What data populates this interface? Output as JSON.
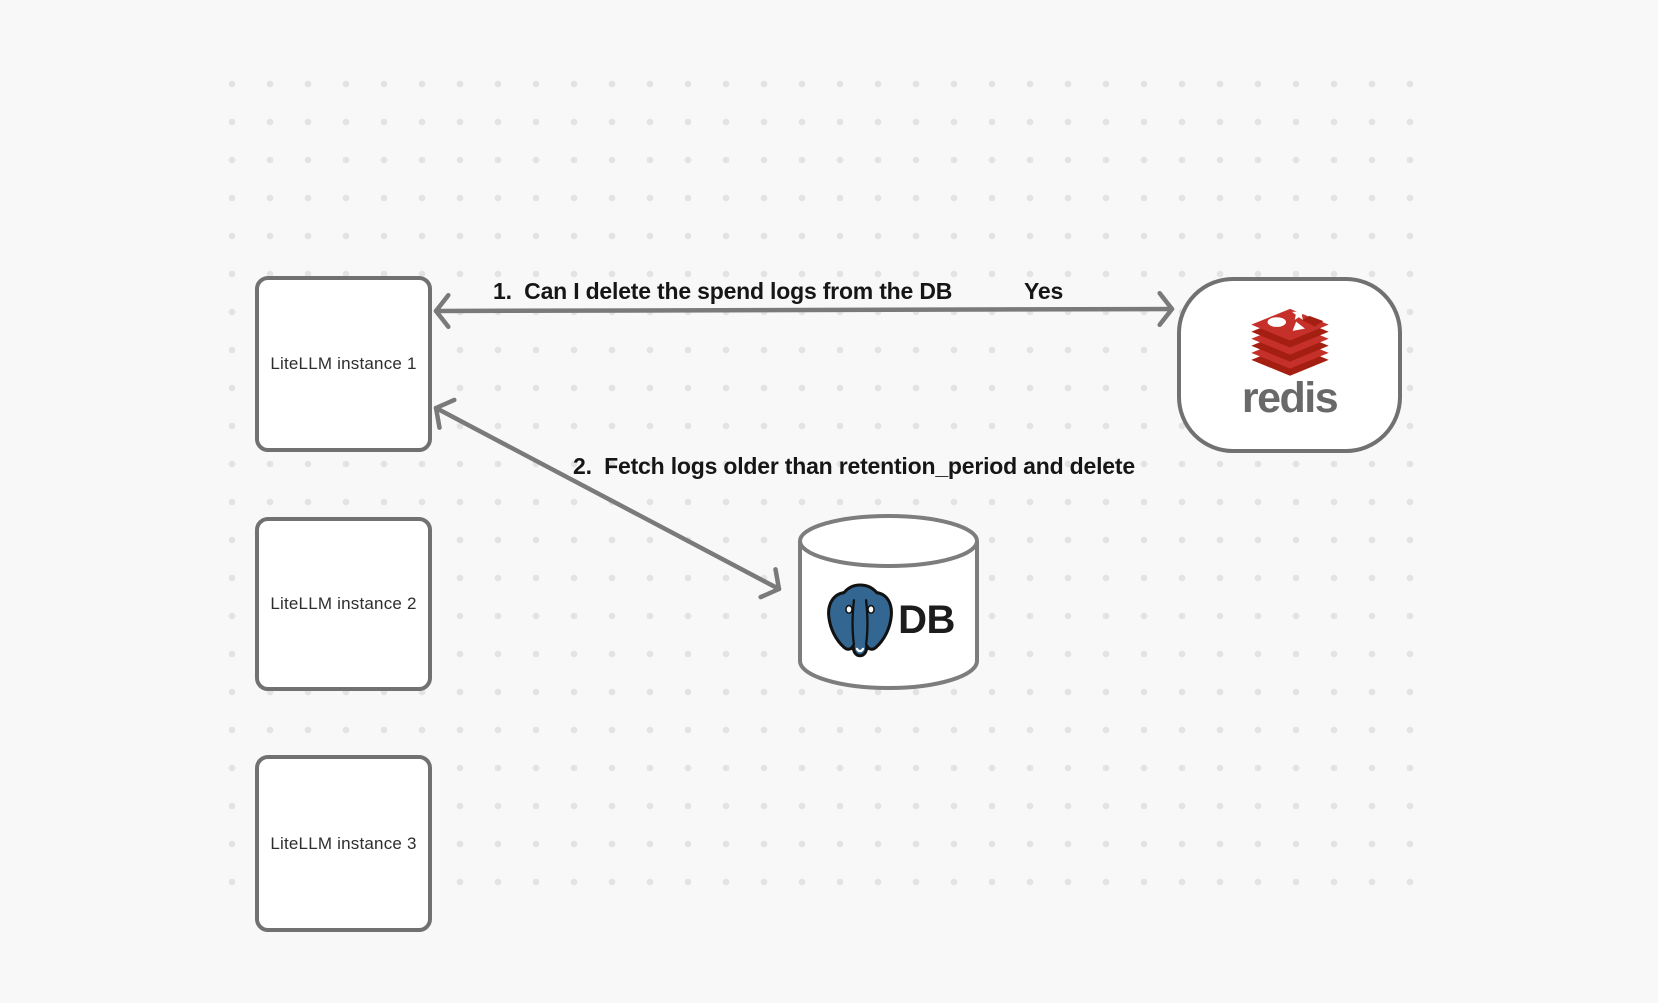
{
  "canvas": {
    "background": "#f8f8f8",
    "dot_color": "#e3e3e3",
    "stroke_color": "#717171",
    "arrow_color": "#7a7a7a"
  },
  "nodes": {
    "instance1": {
      "label": "LiteLLM instance 1"
    },
    "instance2": {
      "label": "LiteLLM instance 2"
    },
    "instance3": {
      "label": "LiteLLM instance 3"
    },
    "redis": {
      "label": "redis",
      "icon": "redis-stack-logo"
    },
    "db": {
      "label": "DB",
      "icon": "postgresql-elephant-logo"
    }
  },
  "edges": {
    "edge1": {
      "label": "1.  Can I delete the spend logs from the DB",
      "answer": "Yes",
      "from": "redis",
      "to": "instance1"
    },
    "edge2": {
      "label": "2.  Fetch logs older than retention_period and delete",
      "from": "instance1",
      "to": "db"
    }
  },
  "colors": {
    "redis_bright": "#c6302b",
    "redis_dark": "#a41e11",
    "redis_wordmark": "#696969",
    "postgres_blue": "#336791",
    "label_text": "#161616",
    "node_text": "#2e2e2e"
  }
}
